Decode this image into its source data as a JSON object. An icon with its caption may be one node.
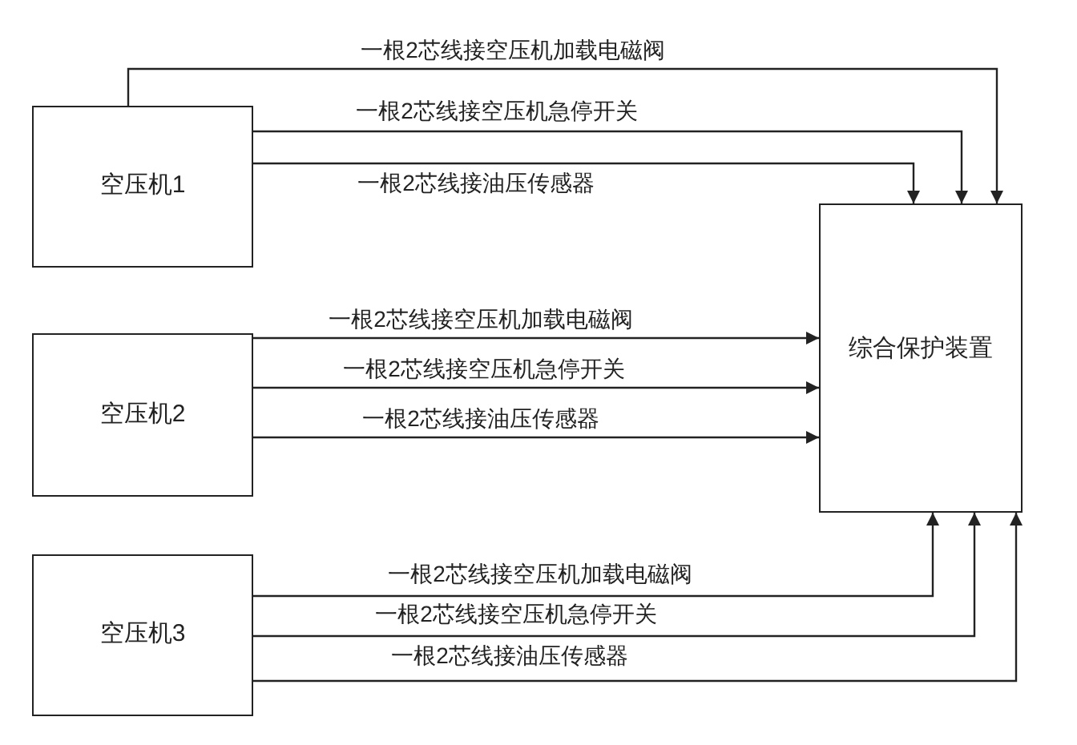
{
  "diagram": {
    "nodes": [
      {
        "text": [
          "空压机1"
        ]
      },
      {
        "text": [
          "空压机2"
        ]
      },
      {
        "text": [
          "空压机3"
        ]
      },
      {
        "text": [
          "综合保护装置"
        ]
      }
    ],
    "edges": [
      {
        "from": 0,
        "to": 3,
        "arrow": "to",
        "label": "一根2芯线接空压机加载电磁阀"
      },
      {
        "from": 0,
        "to": 3,
        "arrow": "to",
        "label": "一根2芯线接空压机急停开关"
      },
      {
        "from": 0,
        "to": 3,
        "arrow": "to",
        "label": "一根2芯线接油压传感器"
      },
      {
        "from": 1,
        "to": 3,
        "arrow": "to",
        "label": "一根2芯线接空压机加载电磁阀"
      },
      {
        "from": 1,
        "to": 3,
        "arrow": "to",
        "label": "一根2芯线接空压机急停开关"
      },
      {
        "from": 1,
        "to": 3,
        "arrow": "to",
        "label": "一根2芯线接油压传感器"
      },
      {
        "from": 2,
        "to": 3,
        "arrow": "to",
        "label": "一根2芯线接空压机加载电磁阀"
      },
      {
        "from": 2,
        "to": 3,
        "arrow": "to",
        "label": "一根2芯线接空压机急停开关"
      },
      {
        "from": 2,
        "to": 3,
        "arrow": "to",
        "label": "一根2芯线接油压传感器"
      }
    ]
  }
}
